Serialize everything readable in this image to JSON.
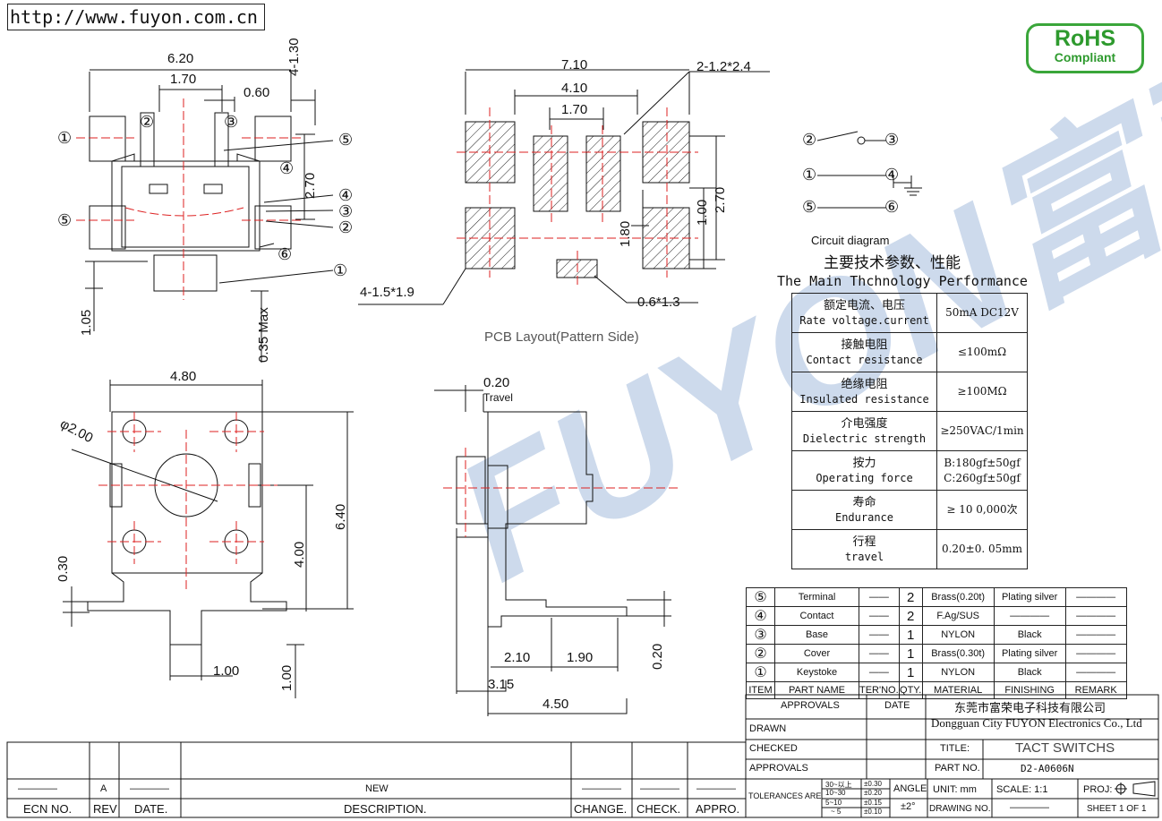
{
  "header": {
    "url": "http://www.fuyon.com.cn"
  },
  "logo": {
    "rohs_line1": "RoHS",
    "rohs_line2": "Compliant",
    "watermark": "FUYON富荣"
  },
  "top_view": {
    "dims": [
      "6.20",
      "1.70",
      "0.60",
      "4-1.30",
      "2.70",
      "1.05",
      "0.35 Max"
    ],
    "callouts": [
      "①",
      "②",
      "③",
      "④",
      "⑤",
      "⑥",
      "⑤",
      "④",
      "③",
      "②",
      "①"
    ]
  },
  "pcb_layout": {
    "dims": [
      "7.10",
      "4.10",
      "1.70",
      "2-1.2*2.4",
      "2.70",
      "1.00",
      "1.80",
      "4-1.5*1.9",
      "0.6*1.3"
    ],
    "caption": "PCB Layout(Pattern Side)"
  },
  "front_view": {
    "dims": [
      "4.80",
      "φ2.00",
      "6.40",
      "4.00",
      "0.30",
      "1.00"
    ]
  },
  "side_view": {
    "dims": [
      "0.20",
      "Travel",
      "2.10",
      "1.90",
      "3.15",
      "4.50",
      "0.20",
      "1.00"
    ]
  },
  "circuit": {
    "pins": [
      "②",
      "③",
      "①",
      "④",
      "⑤",
      "⑥"
    ],
    "caption": "Circuit diagram"
  },
  "specs": {
    "title_cn": "主要技术参数、性能",
    "title_en": "The Main Thchnology Performance",
    "rows": [
      {
        "cn": "额定电流、电压",
        "en": "Rate voltage.current",
        "value": "50mA DC12V"
      },
      {
        "cn": "接触电阻",
        "en": "Contact resistance",
        "value": "≤100mΩ"
      },
      {
        "cn": "绝缘电阻",
        "en": "Insulated resistance",
        "value": "≥100MΩ"
      },
      {
        "cn": "介电强度",
        "en": "Dielectric strength",
        "value": "≥250VAC/1min"
      },
      {
        "cn": "按力",
        "en": "Operating force",
        "value": "B:180gf±50gf",
        "value2": "C:260gf±50gf"
      },
      {
        "cn": "寿命",
        "en": "Endurance",
        "value": "≥ 10 0,000次"
      },
      {
        "cn": "行程",
        "en": "travel",
        "value": "0.20±0. 05mm"
      }
    ]
  },
  "bom": {
    "rows": [
      {
        "item": "⑤",
        "name": "Terminal",
        "ter": "——",
        "qty": "2",
        "material": "Brass(0.20t)",
        "finishing": "Plating  silver"
      },
      {
        "item": "④",
        "name": "Contact",
        "ter": "——",
        "qty": "2",
        "material": "F.Ag/SUS",
        "finishing": "————"
      },
      {
        "item": "③",
        "name": "Base",
        "ter": "——",
        "qty": "1",
        "material": "NYLON",
        "finishing": "Black"
      },
      {
        "item": "②",
        "name": "Cover",
        "ter": "——",
        "qty": "1",
        "material": "Brass(0.30t)",
        "finishing": "Plating  silver"
      },
      {
        "item": "①",
        "name": "Keystoke",
        "ter": "——",
        "qty": "1",
        "material": "NYLON",
        "finishing": "Black"
      }
    ],
    "remark_dash": "————",
    "headers": {
      "item": "ITEM",
      "name": "PART  NAME",
      "ter": "TER'NO.",
      "qty": "QTY.",
      "material": "MATERIAL",
      "finishing": "FINISHING",
      "remark": "REMARK"
    }
  },
  "title_block": {
    "approvals": "APPROVALS",
    "date": "DATE",
    "company_cn": "东莞市富荣电子科技有限公司",
    "company_en": "Dongguan City FUYON Electronics Co., Ltd",
    "drawn": "DRAWN",
    "checked": "CHECKED",
    "approvals2": "APPROVALS",
    "title_label": "TITLE:",
    "title": "TACT  SWITCHS",
    "part_label": "PART  NO.",
    "part_no": "D2-A0606N",
    "tolerances": "TOLERANCES  ARE",
    "tol_ranges": [
      "30~以上",
      "10~30",
      "5~10",
      "~ 5"
    ],
    "tol_values": [
      "±0.30",
      "±0.20",
      "±0.15",
      "±0.10"
    ],
    "angle": "ANGLE",
    "angle_value": "±2°",
    "unit": "UNIT:  mm",
    "scale": "SCALE:   1:1",
    "proj": "PROJ:",
    "drawing_no": "DRAWING  NO.",
    "drawing_no_value": "————",
    "sheet": "SHEET   1  OF  1"
  },
  "ecn": {
    "row": {
      "ecn": "————",
      "rev": "A",
      "date": "————",
      "desc": "NEW",
      "change": "————",
      "check": "————",
      "appro": "————"
    },
    "headers": {
      "ecn": "ECN  NO.",
      "rev": "REV",
      "date": "DATE.",
      "desc": "DESCRIPTION.",
      "change": "CHANGE.",
      "check": "CHECK.",
      "appro": "APPRO."
    }
  }
}
